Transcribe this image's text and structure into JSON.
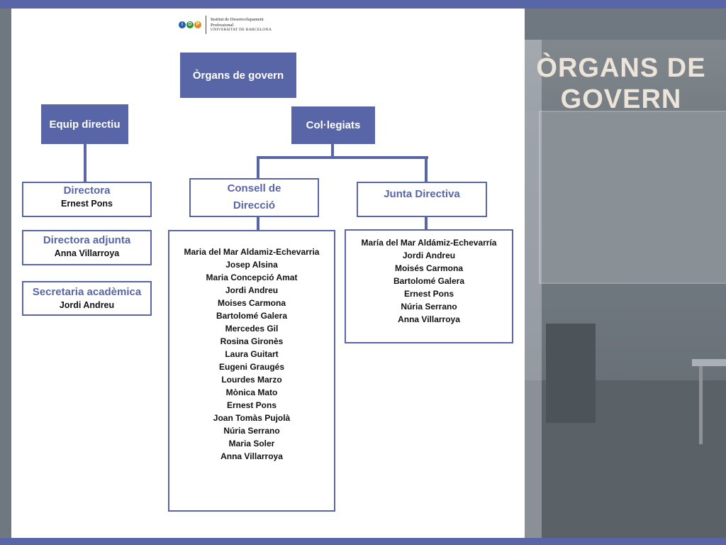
{
  "logo": {
    "letters": [
      "i",
      "D",
      "P"
    ],
    "colors": [
      "#1f5fae",
      "#2f8f3a",
      "#e08a1e"
    ],
    "line1": "Institut de Desenvolupament",
    "line2": "Professional",
    "line3": "UNIVERSITAT DE BARCELONA"
  },
  "title": "ÒRGANS DE GOVERN",
  "root": "Òrgans de govern",
  "branches": {
    "left": "Equip directiu",
    "right": "Col·legiats"
  },
  "equip": [
    {
      "role": "Directora",
      "name": "Ernest Pons"
    },
    {
      "role": "Directora adjunta",
      "name": "Anna Villarroya"
    },
    {
      "role": "Secretaria acadèmica",
      "name": "Jordi Andreu"
    }
  ],
  "consell": {
    "title": "Consell de Direcció",
    "members": [
      "Maria del Mar Aldamiz-Echevarria",
      "Josep Alsina",
      "Maria Concepció Amat",
      "Jordi Andreu",
      "Moises Carmona",
      "Bartolomé Galera",
      "Mercedes Gil",
      "Rosina Gironès",
      "Laura Guitart",
      "Eugeni Graugés",
      "Lourdes Marzo",
      "Mònica Mato",
      "Ernest Pons",
      "Joan Tomàs Pujolà",
      "Núria Serrano",
      "Maria Soler",
      "Anna Villarroya"
    ]
  },
  "junta": {
    "title": "Junta Directiva",
    "members": [
      "María del Mar Aldámiz-Echevarría",
      "Jordi Andreu",
      "Moisés Carmona",
      "Bartolomé Galera",
      "Ernest Pons",
      "Núria Serrano",
      "Anna Villarroya"
    ]
  },
  "colors": {
    "accent": "#5866a8",
    "title": "#ece4d8"
  }
}
